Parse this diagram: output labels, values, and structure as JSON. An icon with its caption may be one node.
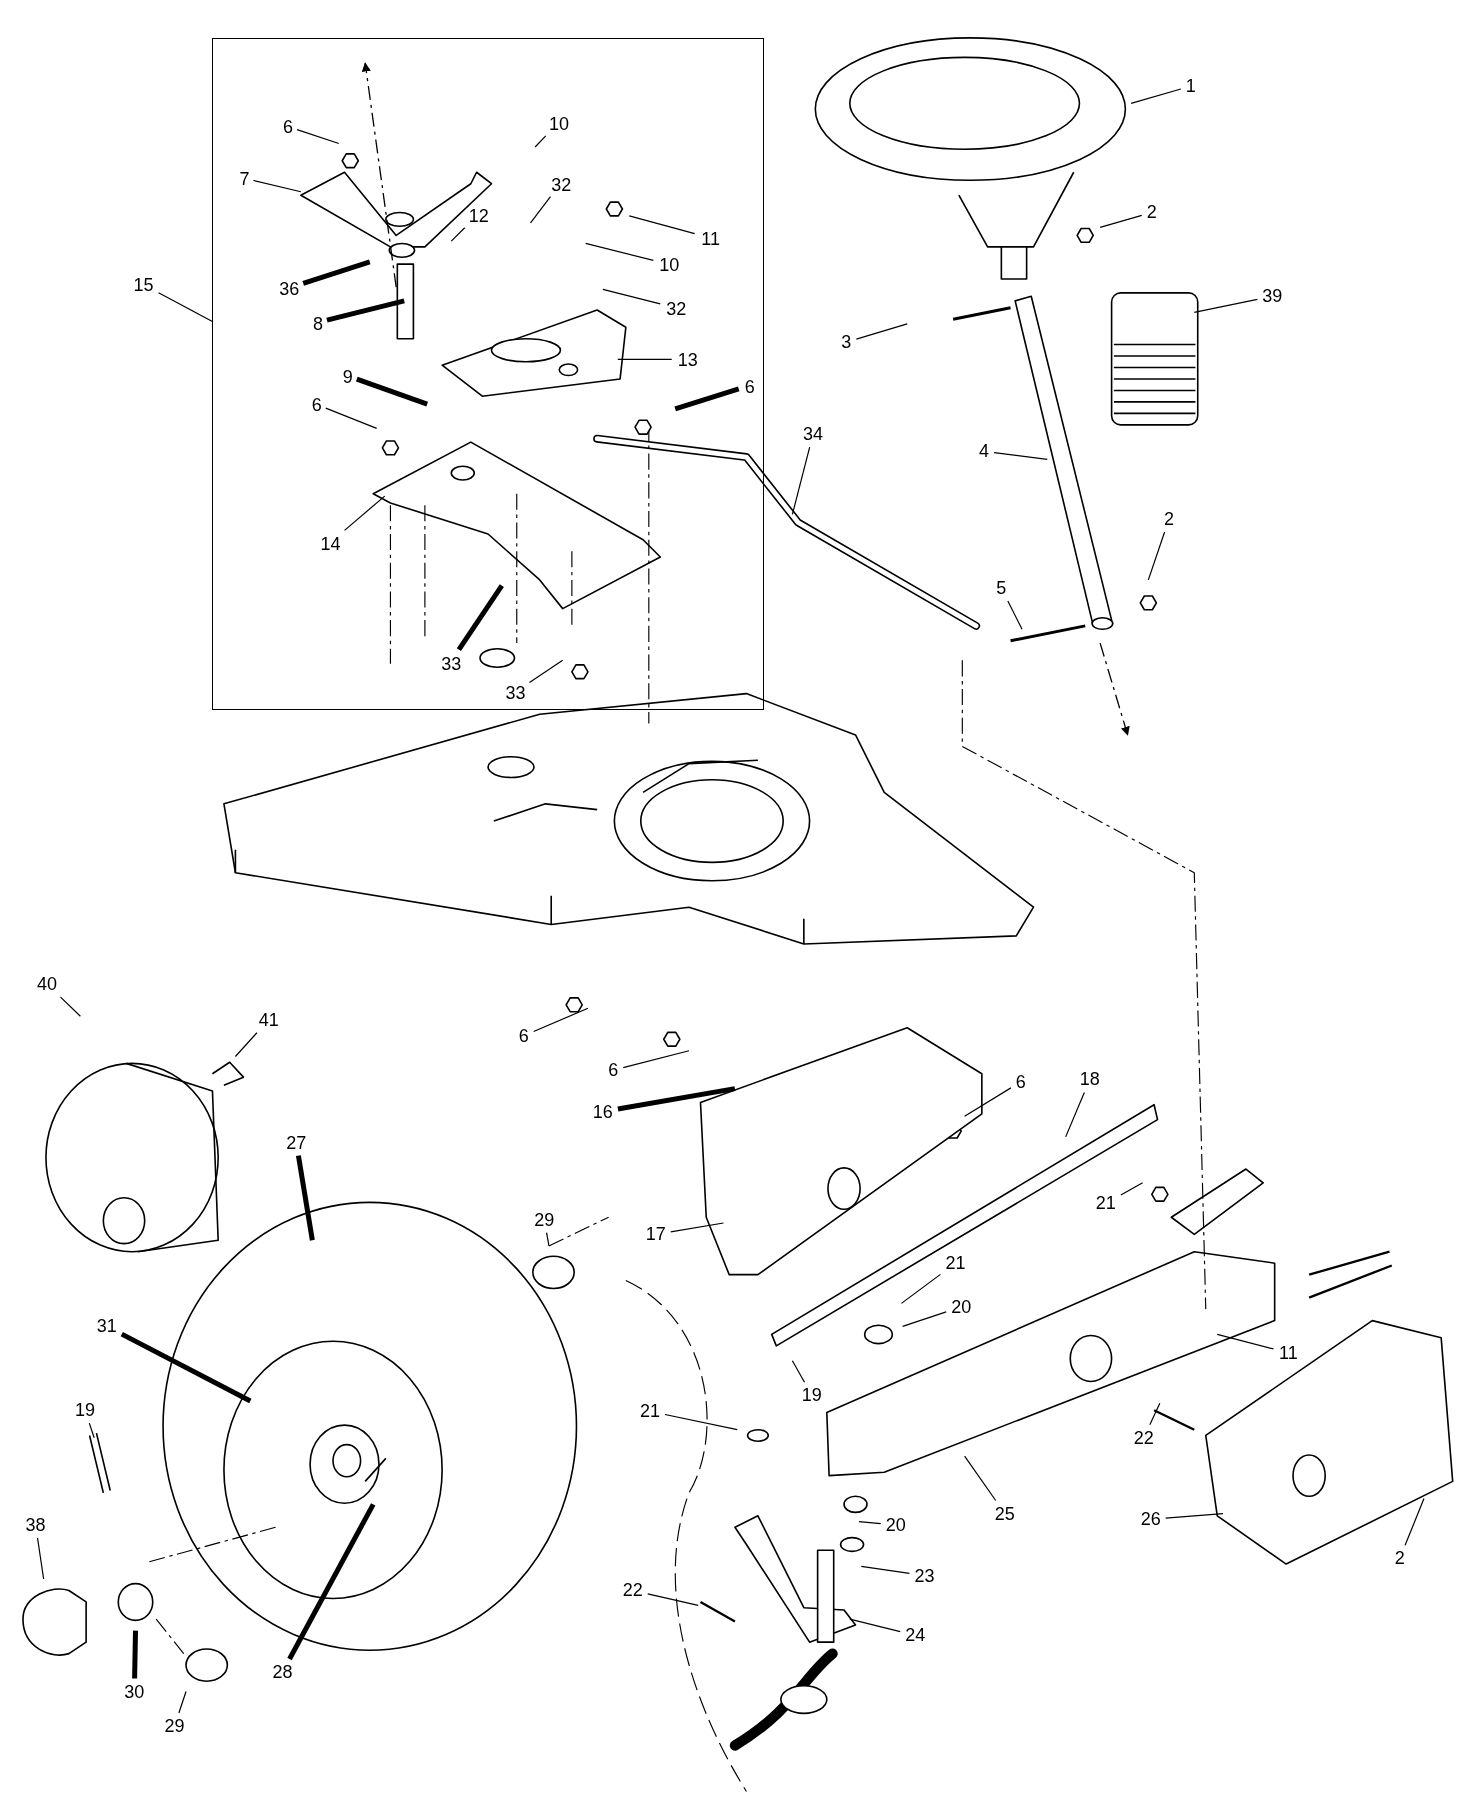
{
  "diagram": {
    "nodes": [
      {
        "text": [],
        "shape": "box"
      },
      {
        "text": [
          "1"
        ]
      },
      {
        "text": [
          "6"
        ],
        "in": 0
      },
      {
        "text": [
          "10"
        ],
        "in": 0
      },
      {
        "text": [
          "7"
        ],
        "in": 0
      },
      {
        "text": [
          "32"
        ],
        "in": 0
      },
      {
        "text": [
          "2"
        ]
      },
      {
        "text": [
          "12"
        ],
        "in": 0
      },
      {
        "text": [
          "11"
        ],
        "in": 0
      },
      {
        "text": [
          "10"
        ],
        "in": 0
      },
      {
        "text": [
          "15"
        ]
      },
      {
        "text": [
          "36"
        ],
        "in": 0
      },
      {
        "text": [
          "39"
        ]
      },
      {
        "text": [
          "32"
        ],
        "in": 0
      },
      {
        "text": [
          "8"
        ],
        "in": 0
      },
      {
        "text": [
          "3"
        ]
      },
      {
        "text": [
          "13"
        ],
        "in": 0
      },
      {
        "text": [
          "9"
        ],
        "in": 0
      },
      {
        "text": [
          "6"
        ],
        "in": 0
      },
      {
        "text": [
          "6"
        ],
        "in": 0
      },
      {
        "text": [
          "34"
        ]
      },
      {
        "text": [
          "4"
        ]
      },
      {
        "text": [
          "2"
        ]
      },
      {
        "text": [
          "14"
        ],
        "in": 0
      },
      {
        "text": [
          "5"
        ]
      },
      {
        "text": [
          "33"
        ],
        "in": 0
      },
      {
        "text": [
          "33"
        ],
        "in": 0
      },
      {
        "text": [
          "40"
        ]
      },
      {
        "text": [
          "41"
        ]
      },
      {
        "text": [
          "6"
        ]
      },
      {
        "text": [
          "6"
        ]
      },
      {
        "text": [
          "6"
        ]
      },
      {
        "text": [
          "18"
        ]
      },
      {
        "text": [
          "16"
        ]
      },
      {
        "text": [
          "27"
        ]
      },
      {
        "text": [
          "21"
        ]
      },
      {
        "text": [
          "29"
        ]
      },
      {
        "text": [
          "17"
        ]
      },
      {
        "text": [
          "21"
        ]
      },
      {
        "text": [
          "20"
        ]
      },
      {
        "text": [
          "31"
        ]
      },
      {
        "text": [
          "11"
        ]
      },
      {
        "text": [
          "19"
        ]
      },
      {
        "text": [
          "19"
        ]
      },
      {
        "text": [
          "21"
        ]
      },
      {
        "text": [
          "22"
        ]
      },
      {
        "text": [
          "25"
        ]
      },
      {
        "text": [
          "26"
        ]
      },
      {
        "text": [
          "20"
        ]
      },
      {
        "text": [
          "38"
        ]
      },
      {
        "text": [
          "2"
        ]
      },
      {
        "text": [
          "23"
        ]
      },
      {
        "text": [
          "22"
        ]
      },
      {
        "text": [
          "24"
        ]
      },
      {
        "text": [
          "28"
        ]
      },
      {
        "text": [
          "29"
        ]
      },
      {
        "text": [
          "30"
        ]
      }
    ],
    "edges": [
      {
        "from": 1,
        "to": null,
        "arrow": "none"
      },
      {
        "from": 2,
        "to": null,
        "arrow": "none"
      },
      {
        "from": 3,
        "to": null,
        "arrow": "none"
      },
      {
        "from": 4,
        "to": null,
        "arrow": "none"
      },
      {
        "from": 5,
        "to": null,
        "arrow": "none"
      },
      {
        "from": 6,
        "to": null,
        "arrow": "none"
      },
      {
        "from": 7,
        "to": null,
        "arrow": "none"
      },
      {
        "from": 8,
        "to": null,
        "arrow": "none"
      },
      {
        "from": 9,
        "to": null,
        "arrow": "none"
      },
      {
        "from": 10,
        "to": 0,
        "arrow": "none"
      },
      {
        "from": 11,
        "to": null,
        "arrow": "none",
        "style": "thick"
      },
      {
        "from": 12,
        "to": null,
        "arrow": "none"
      },
      {
        "from": 13,
        "to": null,
        "arrow": "none"
      },
      {
        "from": 14,
        "to": null,
        "arrow": "none",
        "style": "thick"
      },
      {
        "from": 15,
        "to": null,
        "arrow": "none"
      },
      {
        "from": 16,
        "to": null,
        "arrow": "none"
      },
      {
        "from": 17,
        "to": null,
        "arrow": "none",
        "style": "thick"
      },
      {
        "from": 18,
        "to": null,
        "arrow": "none",
        "style": "thick"
      },
      {
        "from": 19,
        "to": null,
        "arrow": "none"
      },
      {
        "from": 20,
        "to": null,
        "arrow": "none"
      },
      {
        "from": 21,
        "to": null,
        "arrow": "none"
      },
      {
        "from": 22,
        "to": null,
        "arrow": "none"
      },
      {
        "from": 23,
        "to": null,
        "arrow": "none"
      },
      {
        "from": 24,
        "to": null,
        "arrow": "none"
      },
      {
        "from": 25,
        "to": null,
        "arrow": "none",
        "style": "thick"
      },
      {
        "from": 26,
        "to": null,
        "arrow": "none"
      },
      {
        "from": 27,
        "to": null,
        "arrow": "none"
      },
      {
        "from": 28,
        "to": null,
        "arrow": "none"
      },
      {
        "from": 29,
        "to": null,
        "arrow": "none"
      },
      {
        "from": 30,
        "to": null,
        "arrow": "none"
      },
      {
        "from": 31,
        "to": null,
        "arrow": "none"
      },
      {
        "from": 32,
        "to": null,
        "arrow": "none"
      },
      {
        "from": 33,
        "to": null,
        "arrow": "none",
        "style": "thick"
      },
      {
        "from": 34,
        "to": null,
        "arrow": "none",
        "style": "thick"
      },
      {
        "from": 35,
        "to": null,
        "arrow": "none"
      },
      {
        "from": 36,
        "to": null,
        "arrow": "none"
      },
      {
        "from": 37,
        "to": null,
        "arrow": "none"
      },
      {
        "from": 38,
        "to": null,
        "arrow": "none"
      },
      {
        "from": 39,
        "to": null,
        "arrow": "none"
      },
      {
        "from": 40,
        "to": null,
        "arrow": "none",
        "style": "thick"
      },
      {
        "from": 41,
        "to": null,
        "arrow": "none"
      },
      {
        "from": 42,
        "to": null,
        "arrow": "none"
      },
      {
        "from": 43,
        "to": null,
        "arrow": "none"
      },
      {
        "from": 44,
        "to": null,
        "arrow": "none"
      },
      {
        "from": 45,
        "to": null,
        "arrow": "none"
      },
      {
        "from": 46,
        "to": null,
        "arrow": "none"
      },
      {
        "from": 47,
        "to": null,
        "arrow": "none"
      },
      {
        "from": 48,
        "to": null,
        "arrow": "none"
      },
      {
        "from": 49,
        "to": null,
        "arrow": "none"
      },
      {
        "from": 50,
        "to": null,
        "arrow": "none"
      },
      {
        "from": 51,
        "to": null,
        "arrow": "none"
      },
      {
        "from": 52,
        "to": null,
        "arrow": "none"
      },
      {
        "from": 53,
        "to": null,
        "arrow": "none"
      },
      {
        "from": 54,
        "to": null,
        "arrow": "none",
        "style": "thick"
      },
      {
        "from": 55,
        "to": null,
        "arrow": "none"
      },
      {
        "from": 56,
        "to": null,
        "arrow": "none",
        "style": "thick"
      }
    ]
  }
}
